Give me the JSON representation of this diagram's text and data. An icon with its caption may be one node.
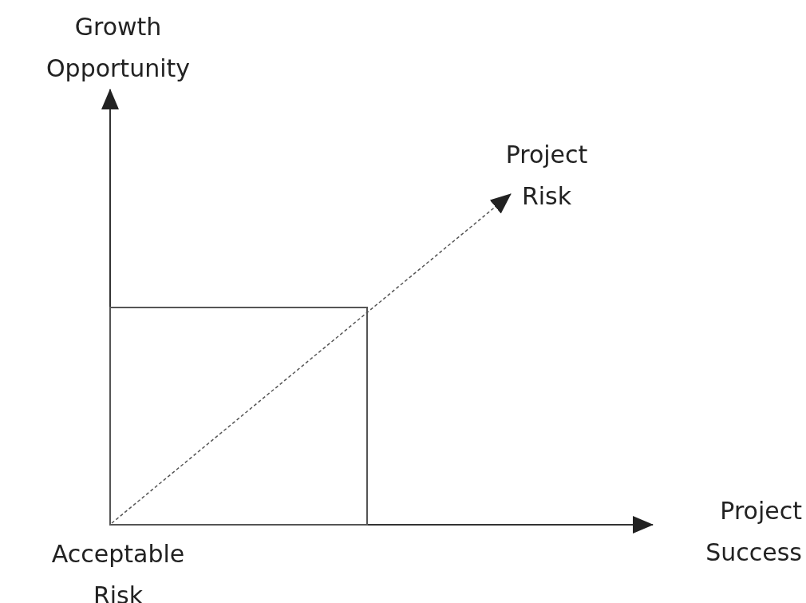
{
  "diagram": {
    "nodes": [
      {
        "text": [],
        "shape": "box"
      }
    ],
    "labels": [
      "Growth Opportunity",
      "Project Risk",
      "Project Success",
      "Acceptable Risk"
    ]
  }
}
